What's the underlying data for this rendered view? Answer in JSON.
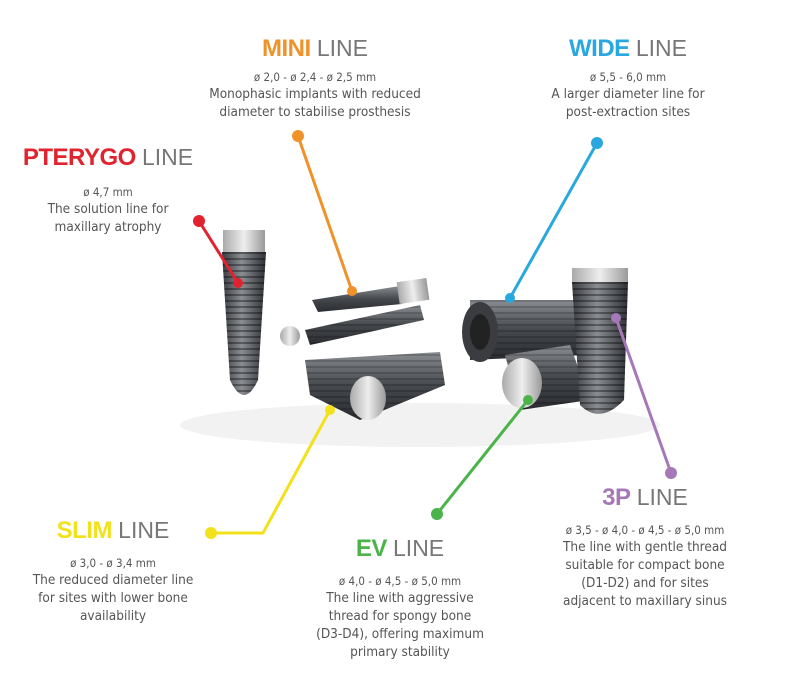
{
  "colors": {
    "mini": "#f0922a",
    "wide": "#29a8e0",
    "pterygo": "#e0232e",
    "slim": "#f2e21c",
    "ev": "#4bb34a",
    "p3": "#a678b8"
  },
  "lines": {
    "mini": {
      "name": "MINI",
      "suffix": "LINE",
      "spec": "ø 2,0 - ø 2,4 - ø 2,5 mm",
      "desc": [
        "Monophasic implants with reduced",
        "diameter to stabilise prosthesis"
      ]
    },
    "wide": {
      "name": "WIDE",
      "suffix": "LINE",
      "spec": "ø 5,5 - 6,0  mm",
      "desc": [
        "A larger diameter line for",
        "post-extraction sites"
      ]
    },
    "pterygo": {
      "name": "PTERYGO",
      "suffix": "LINE",
      "spec": "ø 4,7 mm",
      "desc": [
        "The solution line for",
        "maxillary atrophy"
      ]
    },
    "slim": {
      "name": "SLIM",
      "suffix": "LINE",
      "spec": "ø 3,0 - ø 3,4 mm",
      "desc": [
        "The reduced diameter line",
        "for sites with lower bone",
        "availability"
      ]
    },
    "ev": {
      "name": "EV",
      "suffix": "LINE",
      "spec": "ø 4,0 - ø 4,5 - ø 5,0 mm",
      "desc": [
        "The line with aggressive",
        "thread for spongy bone",
        "(D3-D4), offering maximum",
        "primary stability"
      ]
    },
    "p3": {
      "name": "3P",
      "suffix": "LINE",
      "spec": "ø 3,5 - ø 4,0 - ø 4,5 - ø 5,0 mm",
      "desc": [
        "The line with gentle thread",
        "suitable for compact bone",
        "(D1-D2) and for sites",
        "adjacent to maxillary sinus"
      ]
    }
  }
}
